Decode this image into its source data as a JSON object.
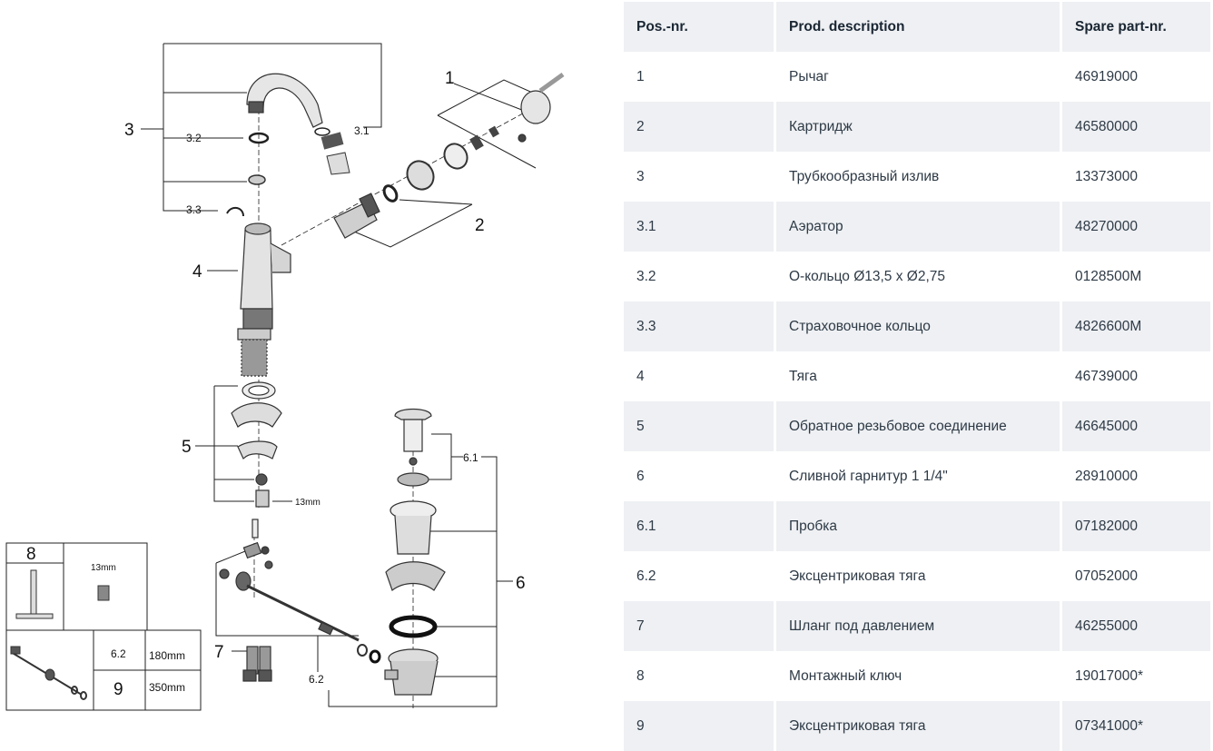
{
  "diagram": {
    "callouts": {
      "p1": "1",
      "p2": "2",
      "p3": "3",
      "p3_1": "3.1",
      "p3_2": "3.2",
      "p3_3": "3.3",
      "p4": "4",
      "p5": "5",
      "p6": "6",
      "p6_1": "6.1",
      "p6_2": "6.2",
      "p7": "7",
      "wrench_size": "13mm"
    },
    "legend": {
      "tool_number": "8",
      "tool_size": "13mm",
      "rows": [
        {
          "pos": "6.2",
          "length": "180mm"
        },
        {
          "pos": "9",
          "length": "350mm"
        }
      ]
    }
  },
  "table": {
    "headers": [
      "Pos.-nr.",
      "Prod. description",
      "Spare part-nr."
    ],
    "rows": [
      {
        "pos": "1",
        "desc": "Рычаг",
        "part": "46919000"
      },
      {
        "pos": "2",
        "desc": "Картридж",
        "part": "46580000"
      },
      {
        "pos": "3",
        "desc": "Трубкообразный излив",
        "part": "13373000"
      },
      {
        "pos": "3.1",
        "desc": "Аэратор",
        "part": "48270000"
      },
      {
        "pos": "3.2",
        "desc": "O-кольцо Ø13,5 x Ø2,75",
        "part": "0128500M"
      },
      {
        "pos": "3.3",
        "desc": "Страховочное кольцо",
        "part": "4826600M"
      },
      {
        "pos": "4",
        "desc": "Тяга",
        "part": "46739000"
      },
      {
        "pos": "5",
        "desc": "Обратное резьбовое соединение",
        "part": "46645000"
      },
      {
        "pos": "6",
        "desc": "Сливной гарнитур 1 1/4\"",
        "part": "28910000"
      },
      {
        "pos": "6.1",
        "desc": "Пробка",
        "part": "07182000"
      },
      {
        "pos": "6.2",
        "desc": "Эксцентриковая тяга",
        "part": "07052000"
      },
      {
        "pos": "7",
        "desc": "Шланг под давлением",
        "part": "46255000"
      },
      {
        "pos": "8",
        "desc": "Монтажный ключ",
        "part": "19017000*"
      },
      {
        "pos": "9",
        "desc": "Эксцентриковая тяга",
        "part": "07341000*"
      }
    ]
  }
}
